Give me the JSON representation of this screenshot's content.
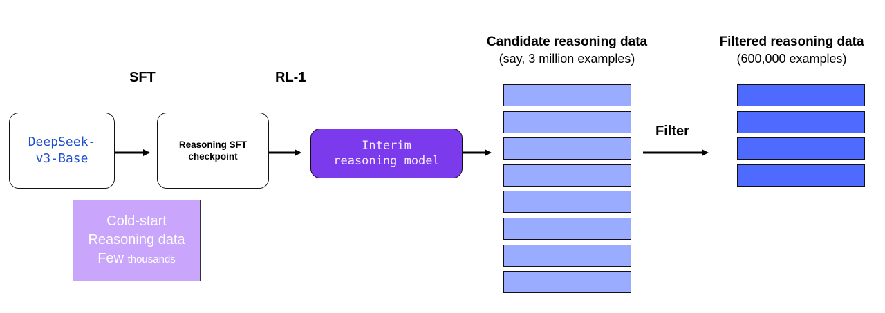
{
  "stages": {
    "sft_label": "SFT",
    "rl_label": "RL-1",
    "filter_label": "Filter"
  },
  "boxes": {
    "base_line1": "DeepSeek-",
    "base_line2": "v3-Base",
    "sft_line1": "Reasoning SFT",
    "sft_line2": "checkpoint",
    "interim_line1": "Interim",
    "interim_line2": "reasoning model"
  },
  "cold_start": {
    "line1": "Cold-start",
    "line2": "Reasoning data",
    "line3_big": "Few",
    "line3_small": "thousands"
  },
  "candidate": {
    "title": "Candidate reasoning data",
    "subtitle": "(say, 3 million examples)",
    "bar_count": 8
  },
  "filtered": {
    "title": "Filtered reasoning data",
    "subtitle": "(600,000 examples)",
    "bar_count": 4
  },
  "colors": {
    "deepseek_text": "#1f4fd1",
    "interim_fill": "#7c3aed",
    "cold_start_fill": "#c9a5fb",
    "candidate_bar": "#9aacff",
    "filtered_bar": "#4f6bff"
  },
  "icons": {
    "arrow": "right-arrow-icon"
  }
}
